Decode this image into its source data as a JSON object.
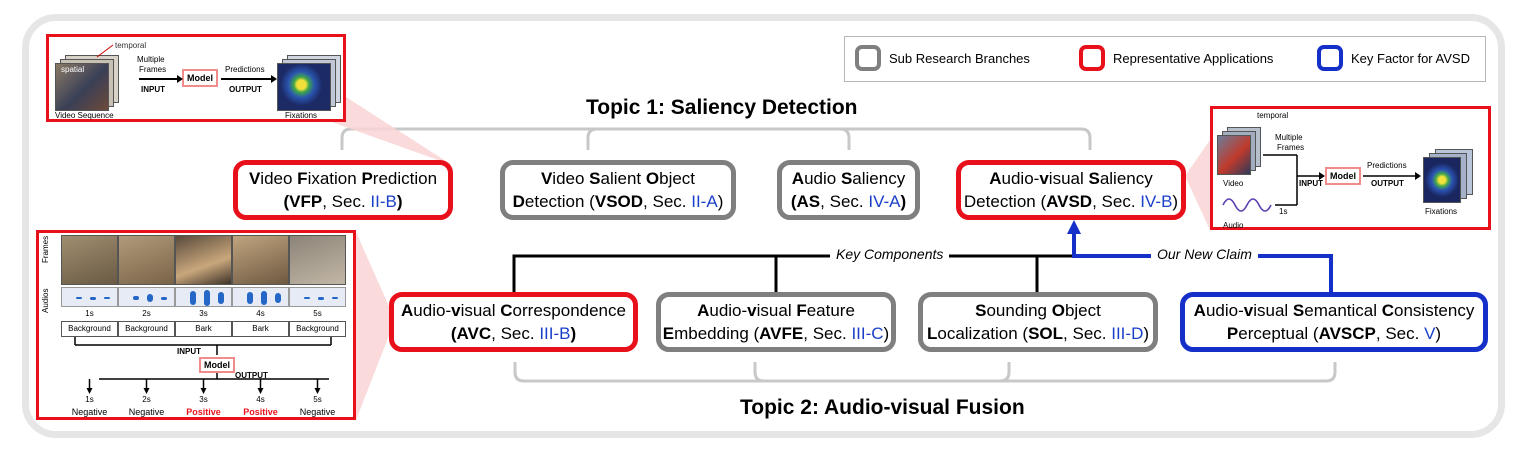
{
  "colors": {
    "red": "#e8101b",
    "blue": "#1530c8",
    "gray": "#7f7f7f",
    "link_blue": "#1a3fc9",
    "frame": "#e6e6e6"
  },
  "legend": {
    "sub": "Sub Research Branches",
    "rep": "Representative Applications",
    "key": "Key Factor for AVSD"
  },
  "topic1": "Topic 1: Saliency Detection",
  "topic2": "Topic 2: Audio-visual Fusion",
  "key_components": "Key Components",
  "new_claim": "Our New Claim",
  "boxes": {
    "vfp": {
      "t1": "V",
      "t2": "ideo ",
      "t3": "F",
      "t4": "ixation ",
      "t5": "P",
      "t6": "rediction",
      "a1": "(",
      "a2": "VFP",
      ",": ", Sec. ",
      "sec": "II-B",
      "end": ")"
    },
    "vsod": {
      "l1a": "V",
      "l1b": "ideo ",
      "l1c": "S",
      "l1d": "alient ",
      "l1e": "O",
      "l1f": "bject",
      "l2a": "D",
      "l2b": "etection (",
      "l2c": "VSOD",
      "l2d": ", Sec. ",
      "sec": "II-A",
      "end": ")"
    },
    "as": {
      "l1a": "A",
      "l1b": "udio ",
      "l1c": "S",
      "l1d": "aliency",
      "l2a": "(",
      "l2b": "AS",
      "l2c": ", Sec. ",
      "sec": "IV-A",
      "end": ")"
    },
    "avsd": {
      "l1a": "A",
      "l1b": "udio-",
      "l1c": "v",
      "l1d": "isual ",
      "l1e": "S",
      "l1f": "aliency",
      "l2a": "Detection (",
      "l2b": "AVSD",
      "l2c": ", Sec. ",
      "sec": "IV-B",
      "end": ")"
    },
    "avc": {
      "l1a": "A",
      "l1b": "udio-",
      "l1c": "v",
      "l1d": "isual ",
      "l1e": "C",
      "l1f": "orrespondence",
      "l2a": "(",
      "l2b": "AVC",
      "l2c": ", Sec. ",
      "sec": "III-B",
      "end": ")"
    },
    "avfe": {
      "l1a": "A",
      "l1b": "udio-",
      "l1c": "v",
      "l1d": "isual ",
      "l1e": "F",
      "l1f": "eature",
      "l2a": "E",
      "l2b": "mbedding (",
      "l2c": "AVFE",
      "l2d": ", Sec. ",
      "sec": "III-C",
      "end": ")"
    },
    "sol": {
      "l1a": "S",
      "l1b": "ounding ",
      "l1c": "O",
      "l1d": "bject",
      "l2a": "L",
      "l2b": "ocalization (",
      "l2c": "SOL",
      "l2d": ", Sec. ",
      "sec": "III-D",
      "end": ")"
    },
    "avscp": {
      "l1a": "A",
      "l1b": "udio-",
      "l1c": "v",
      "l1d": "isual ",
      "l1e": "S",
      "l1f": "emantical ",
      "l1g": "C",
      "l1h": "onsistency",
      "l2a": "P",
      "l2b": "erceptual (",
      "l2c": "AVSCP",
      "l2d": ", Sec. ",
      "sec": "V",
      "end": ")"
    }
  },
  "vfp_panel": {
    "temporal": "temporal",
    "spatial": "spatial",
    "multiple": "Multiple",
    "frames": "Frames",
    "input": "INPUT",
    "model": "Model",
    "predictions": "Predictions",
    "output": "OUTPUT",
    "video_seq": "Video Sequence",
    "fixations": "Fixations"
  },
  "avsd_panel": {
    "temporal": "temporal",
    "multiple": "Multiple",
    "frames": "Frames",
    "video": "Video",
    "audio": "Audio",
    "input": "INPUT",
    "model": "Model",
    "predictions": "Predictions",
    "output": "OUTPUT",
    "one_s": "1s",
    "fixations": "Fixations"
  },
  "avc_panel": {
    "frames_label": "Frames",
    "audios_label": "Audios",
    "times": [
      "1s",
      "2s",
      "3s",
      "4s",
      "5s"
    ],
    "sounds": [
      "Background",
      "Background",
      "Bark",
      "Bark",
      "Background"
    ],
    "input": "INPUT",
    "model": "Model",
    "output": "OUTPUT",
    "results": [
      "Negative",
      "Negative",
      "Positive",
      "Positive",
      "Negative"
    ]
  }
}
